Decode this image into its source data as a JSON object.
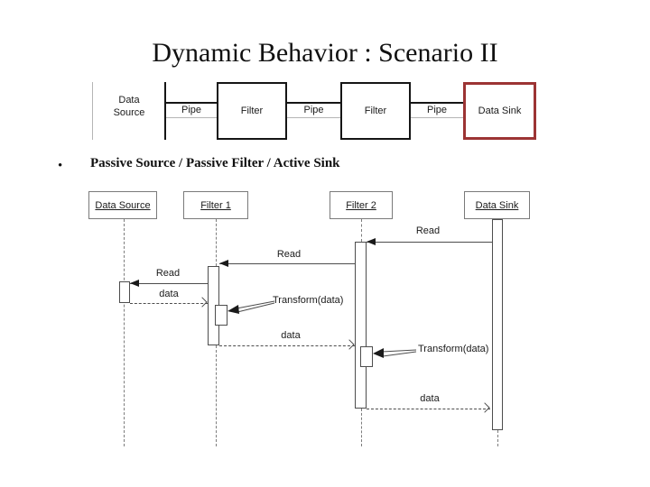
{
  "slide": {
    "title": "Dynamic Behavior : Scenario II",
    "bullet": {
      "glyph": "•",
      "text": "Passive Source / Passive Filter / Active Sink"
    }
  },
  "pipeline": {
    "source": {
      "line1": "Data",
      "line2": "Source"
    },
    "pipes": [
      "Pipe",
      "Pipe",
      "Pipe"
    ],
    "filters": [
      "Filter",
      "Filter"
    ],
    "sink": "Data Sink",
    "sink_highlight_color": "#9c3434"
  },
  "sequence": {
    "headers": [
      "Data Source",
      "Filter 1",
      "Filter 2",
      "Data Sink"
    ],
    "messages": [
      {
        "label": "Read",
        "from": "Data Sink",
        "to": "Filter 2",
        "kind": "call"
      },
      {
        "label": "Read",
        "from": "Filter 2",
        "to": "Filter 1",
        "kind": "call"
      },
      {
        "label": "Read",
        "from": "Filter 1",
        "to": "Data Source",
        "kind": "call"
      },
      {
        "label": "data",
        "from": "Data Source",
        "to": "Filter 1",
        "kind": "return"
      },
      {
        "label": "Transform(data)",
        "on": "Filter 1",
        "kind": "self"
      },
      {
        "label": "data",
        "from": "Filter 1",
        "to": "Filter 2",
        "kind": "return"
      },
      {
        "label": "Transform(data)",
        "on": "Filter 2",
        "kind": "self"
      },
      {
        "label": "data",
        "from": "Filter 2",
        "to": "Data Sink",
        "kind": "return"
      }
    ]
  }
}
